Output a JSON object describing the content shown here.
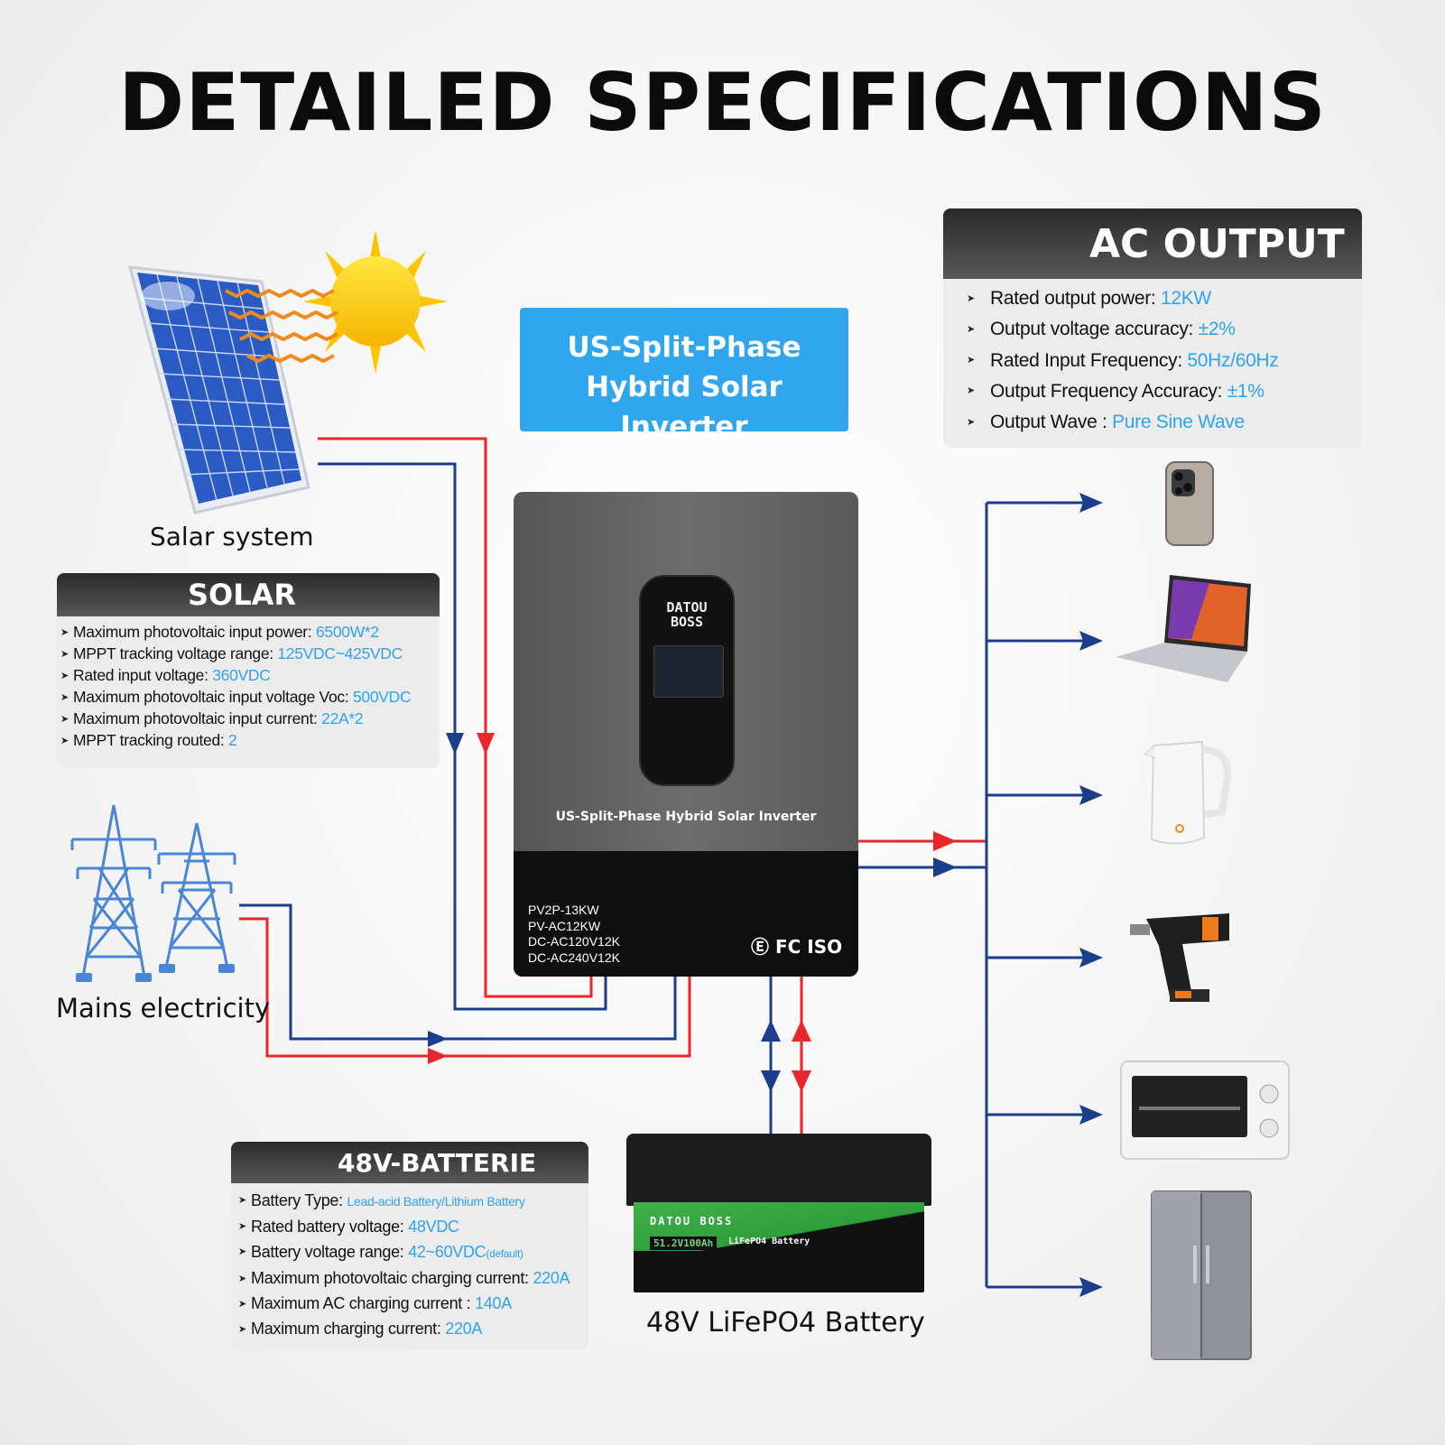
{
  "title": "DETAILED SPECIFICATIONS",
  "product_box": {
    "line1": "US-Split-Phase",
    "line2": "Hybrid Solar Inverter"
  },
  "captions": {
    "solar": "Salar system",
    "mains": "Mains electricity",
    "battery": "48V LiFePO4 Battery"
  },
  "solar_panel": {
    "title": "SOLAR",
    "items": [
      {
        "label": "Maximum photovoltaic input power: ",
        "value": "6500W*2"
      },
      {
        "label": "MPPT tracking voltage range: ",
        "value": "125VDC~425VDC"
      },
      {
        "label": "Rated input voltage: ",
        "value": "360VDC"
      },
      {
        "label": "Maximum photovoltaic input voltage Voc: ",
        "value": "500VDC"
      },
      {
        "label": "Maximum photovoltaic input current: ",
        "value": "22A*2"
      },
      {
        "label": "MPPT tracking routed: ",
        "value": "2"
      }
    ]
  },
  "ac_output": {
    "title": "AC OUTPUT",
    "items": [
      {
        "label": "Rated output power: ",
        "value": "12KW"
      },
      {
        "label": "Output voltage accuracy:  ",
        "value": "±2%"
      },
      {
        "label": "Rated Input Frequency: ",
        "value": "50Hz/60Hz"
      },
      {
        "label": "Output Frequency Accuracy: ",
        "value": "±1%"
      },
      {
        "label": "Output Wave : ",
        "value": "Pure Sine Wave"
      }
    ]
  },
  "battery_panel": {
    "title": "48V-BATTERIE",
    "items": [
      {
        "label": "Battery Type: ",
        "value": "Lead-acid Battery/Lithium Battery",
        "suffix": ""
      },
      {
        "label": "Rated battery voltage: ",
        "value": "48VDC",
        "suffix": ""
      },
      {
        "label": "Battery voltage range: ",
        "value": "42~60VDC",
        "suffix": "(default)"
      },
      {
        "label": "Maximum photovoltaic charging current: ",
        "value": "220A",
        "suffix": ""
      },
      {
        "label": "Maximum AC charging current : ",
        "value": "140A",
        "suffix": ""
      },
      {
        "label": "Maximum charging current: ",
        "value": "220A",
        "suffix": ""
      }
    ]
  },
  "inverter": {
    "logo_line1": "DATOU",
    "logo_line2": "BOSS",
    "name": "US-Split-Phase Hybrid Solar Inverter",
    "models": [
      "PV2P-13KW",
      "PV-AC12KW",
      "DC-AC120V12K",
      "DC-AC240V12K"
    ],
    "certs": "Ⓔ FC ISO"
  },
  "battery_device": {
    "brand": "DATOU BOSS",
    "spec": "51.2V100Ah",
    "chemistry": "LiFePO4 Battery"
  },
  "colors": {
    "accent": "#2ea3ee",
    "line_red": "#e8262b",
    "line_blue": "#1b3d8c",
    "box_blue": "#2fa6ee"
  },
  "appliances": [
    "smartphone-icon",
    "laptop-icon",
    "kettle-icon",
    "drill-icon",
    "oven-icon",
    "refrigerator-icon"
  ]
}
